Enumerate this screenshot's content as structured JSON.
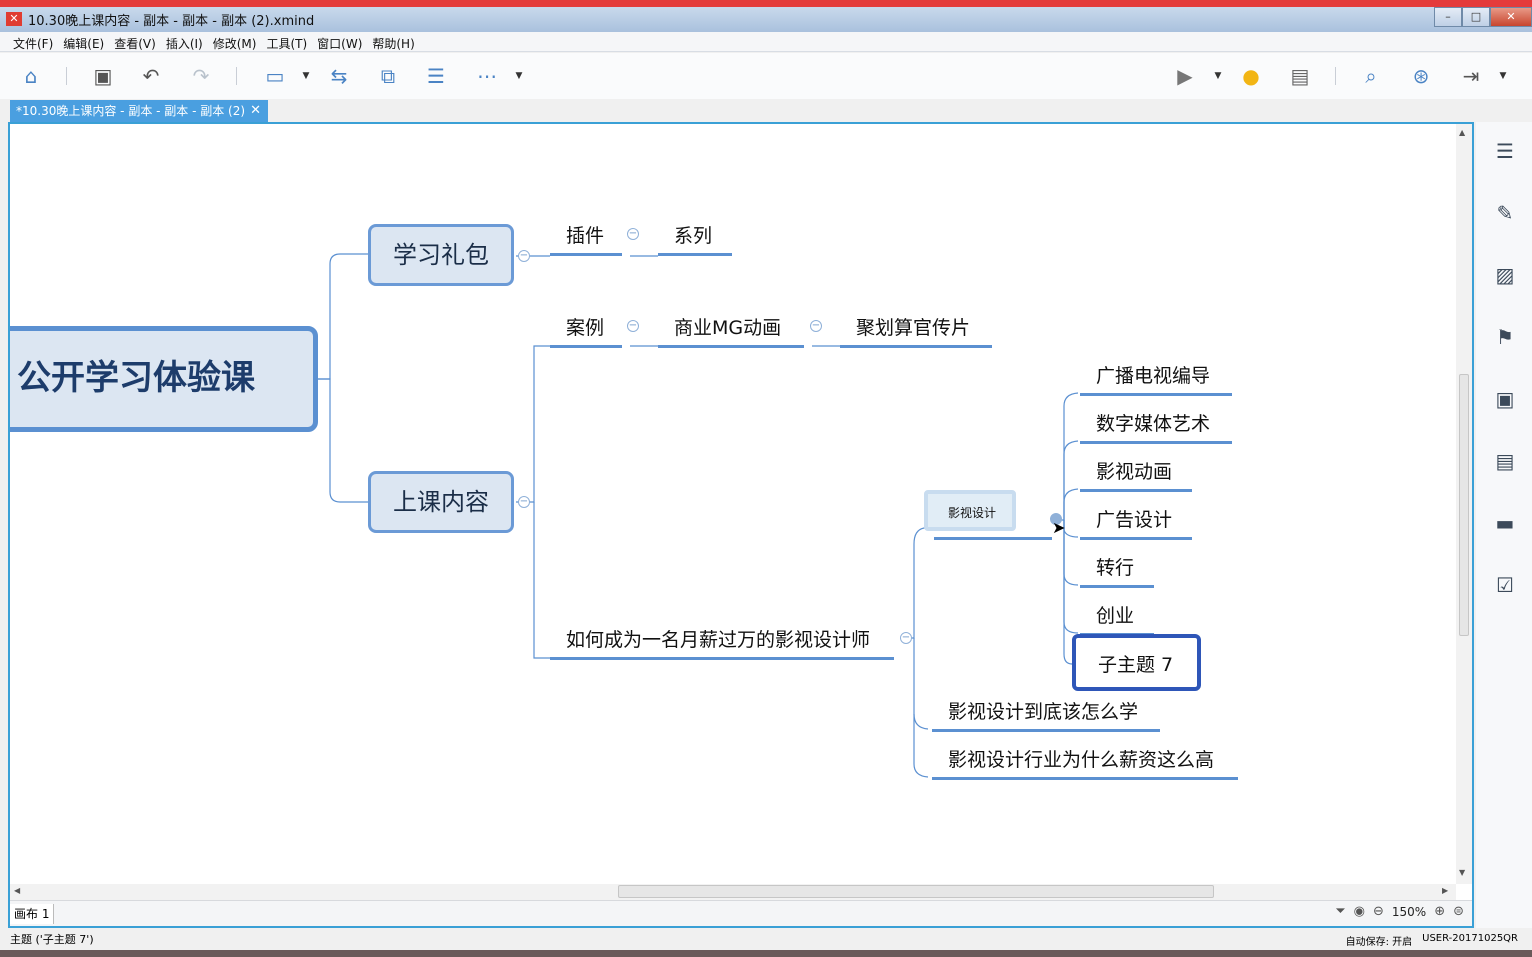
{
  "window": {
    "title": "10.30晚上课内容 - 副本 - 副本 - 副本 (2).xmind",
    "minimize": "–",
    "maximize": "□",
    "close": "✕"
  },
  "menu": [
    "文件(F)",
    "编辑(E)",
    "查看(V)",
    "插入(I)",
    "修改(M)",
    "工具(T)",
    "窗口(W)",
    "帮助(H)"
  ],
  "tab": {
    "label": "*10.30晚上课内容 - 副本 - 副本 - 副本 (2)",
    "close": "✕"
  },
  "map": {
    "central": "公开学习体验课",
    "main": [
      "学习礼包",
      "上课内容"
    ],
    "plugin": "插件",
    "series": "系列",
    "case": "案例",
    "mg": "商业MG动画",
    "juhuasuan": "聚划算官传片",
    "how": "如何成为一名月薪过万的影视设计师",
    "film_design": "影视设计",
    "film_children": [
      "广播电视编导",
      "数字媒体艺术",
      "影视动画",
      "广告设计",
      "转行",
      "创业",
      "子主题 7"
    ],
    "how_learn": "影视设计到底该怎么学",
    "why_high": "影视设计行业为什么薪资这么高"
  },
  "sheet": {
    "name": "画布 1",
    "zoom": "150%"
  },
  "status": {
    "selection": "主题 ('子主题 7')",
    "autosave": "自动保存: 开启",
    "user": "USER-20171025QR"
  },
  "colors": {
    "accent": "#5b90d1",
    "frame": "#3aa0d6",
    "selected": "#2e56b8"
  }
}
